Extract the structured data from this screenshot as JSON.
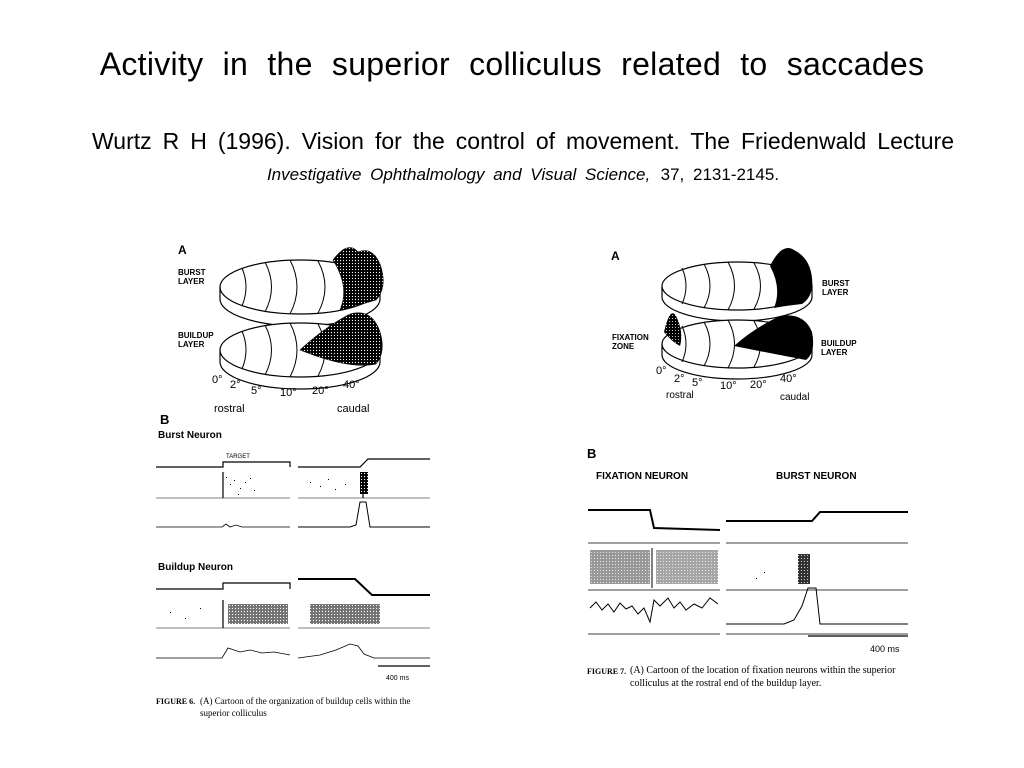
{
  "slide": {
    "title": "Activity  in  the  superior  colliculus  related  to  saccades",
    "citation": {
      "authors_year": "Wurtz R H (1996).",
      "text": "Vision for the control of movement. The Friedenwald Lecture",
      "journal": "Investigative  Ophthalmology   and  Visual  Science,",
      "volume": "37",
      "pages": "2131-2145"
    }
  },
  "figure6": {
    "panel_a": {
      "label": "A",
      "burst_layer": "BURST\nLAYER",
      "buildup_layer": "BUILDUP\nLAYER",
      "degrees": [
        "0°",
        "2°",
        "5°",
        "10°",
        "20°",
        "40°"
      ],
      "rostral": "rostral",
      "caudal": "caudal"
    },
    "panel_b": {
      "label": "B",
      "burst_neuron": "Burst Neuron",
      "target": "TARGET",
      "buildup_neuron": "Buildup Neuron",
      "scale": "400 ms"
    },
    "caption_bold": "FIGURE 6.",
    "caption": "(A) Cartoon of the organization of buildup cells within the superior colliculus"
  },
  "figure7": {
    "panel_a": {
      "label": "A",
      "burst_layer": "BURST\nLAYER",
      "buildup_layer": "BUILDUP\nLAYER",
      "fixation_zone": "FIXATION\nZONE",
      "degrees": [
        "0°",
        "2°",
        "5°",
        "10°",
        "20°",
        "40°"
      ],
      "rostral": "rostral",
      "caudal": "caudal"
    },
    "panel_b": {
      "label": "B",
      "fixation_neuron": "FIXATION  NEURON",
      "burst_neuron": "BURST NEURON",
      "scale": "400 ms"
    },
    "caption_bold": "FIGURE 7.",
    "caption": "(A) Cartoon of the location of fixation neurons within the superior colliculus at the rostral end of the buildup layer."
  }
}
